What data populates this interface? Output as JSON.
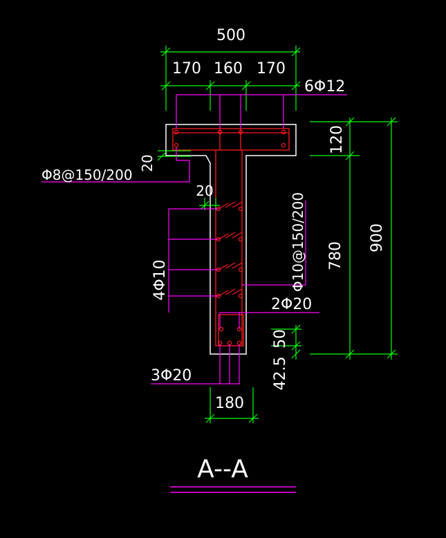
{
  "drawing": {
    "background": "#000000",
    "colors": {
      "outline": "#ffffff",
      "rebar": "#ff1a1a",
      "dimension": "#00ff00",
      "leader": "#ff00ff",
      "text": "#ffffff"
    },
    "dims": {
      "total_width": "500",
      "flange_left": "170",
      "web_center": "160",
      "flange_right": "170",
      "flange_thickness": "120",
      "total_height": "900",
      "web_height": "780",
      "bottom_offset": "50",
      "bottom_cover": "42.5",
      "web_width": "180",
      "cover_flange": "20",
      "cover_web": "20"
    },
    "rebar_labels": {
      "flange_top": "6Φ12",
      "flange_stirrup": "Φ8@150/200",
      "web_side": "4Φ10",
      "web_stirrup": "Φ10@150/200",
      "bottom_upper": "2Φ20",
      "bottom_lower": "3Φ20"
    },
    "section_title": "A--A"
  }
}
